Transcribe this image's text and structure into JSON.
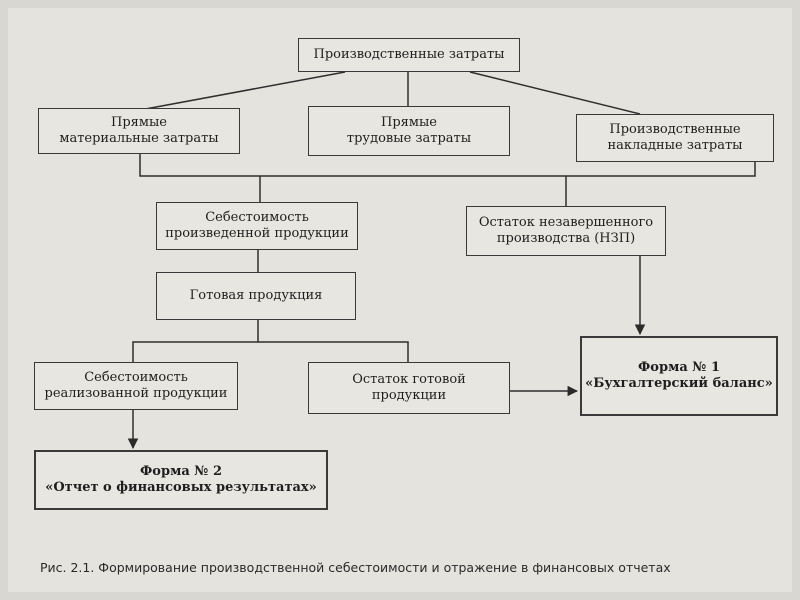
{
  "diagram": {
    "root": "Производственные затраты",
    "direct_materials": [
      "Прямые",
      "материальные затраты"
    ],
    "direct_labor": [
      "Прямые",
      "трудовые затраты"
    ],
    "overhead": [
      "Производственные",
      "накладные затраты"
    ],
    "cost_of_production": [
      "Себестоимость",
      "произведенной продукции"
    ],
    "wip": [
      "Остаток незавершенного",
      "производства (НЗП)"
    ],
    "finished_goods": "Готовая продукция",
    "cost_of_sales": [
      "Себестоимость",
      "реализованной продукции"
    ],
    "finished_goods_balance": [
      "Остаток готовой",
      "продукции"
    ],
    "form1": [
      "Форма № 1",
      "«Бухгалтерский баланс»"
    ],
    "form2": [
      "Форма № 2",
      "«Отчет о финансовых результатах»"
    ]
  },
  "caption": "Рис. 2.1. Формирование производственной себестоимости и отражение в финансовых отчетах"
}
